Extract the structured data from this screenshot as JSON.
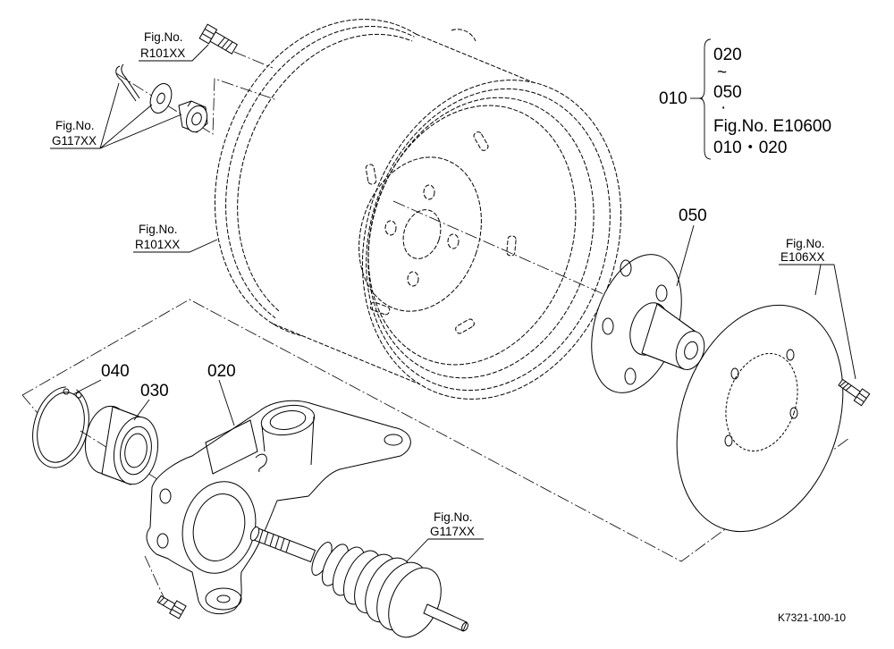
{
  "labels": {
    "bolt_top": {
      "fig": "Fig.No.",
      "code": "R101XX"
    },
    "hardware_left": {
      "fig": "Fig.No.",
      "code": "G117XX"
    },
    "rim": {
      "fig": "Fig.No.",
      "code": "R101XX"
    },
    "disc": {
      "fig": "Fig.No.",
      "code": "E106XX"
    },
    "shaft": {
      "fig": "Fig.No.",
      "code": "G117XX"
    }
  },
  "parts": {
    "hub": "050",
    "snap_ring": "040",
    "bearing": "030",
    "knuckle": "020"
  },
  "assembly": {
    "number": "010",
    "items": [
      "020",
      "~",
      "050",
      "·",
      "Fig.No. E10600",
      "010・020"
    ]
  },
  "drawing_id": "K7321-100-10",
  "colors": {
    "line": "#000000",
    "background": "#ffffff"
  }
}
